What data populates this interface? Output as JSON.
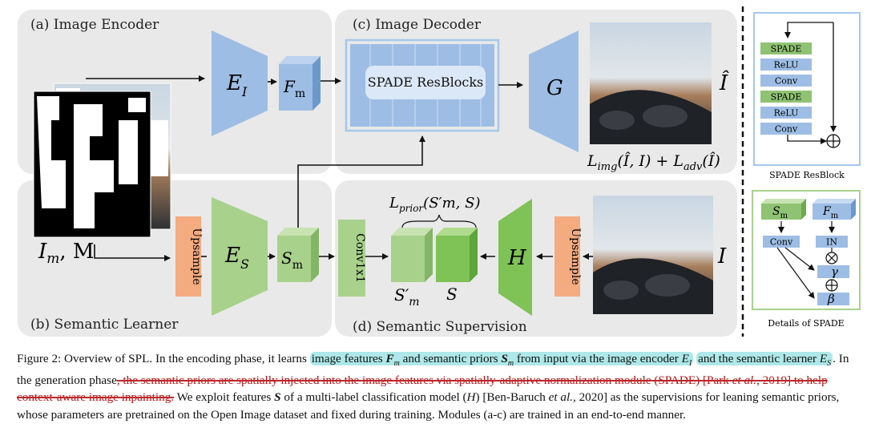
{
  "figure": {
    "panels": {
      "a": "(a) Image Encoder",
      "b": "(b) Semantic Learner",
      "c": "(c) Image Decoder",
      "d": "(d) Semantic Supervision"
    },
    "blocks": {
      "encoder_image": "E",
      "encoder_image_sub": "I",
      "fm": "F",
      "fm_sub": "m",
      "spade_resblocks": "SPADE ResBlocks",
      "generator": "G",
      "encoder_semantic": "E",
      "encoder_semantic_sub": "S",
      "sm": "S",
      "sm_sub": "m",
      "upsample": "Upsample",
      "conv1x1": "Conv1x1",
      "h": "H",
      "sm_prime": "S′",
      "sm_prime_sub": "m",
      "s": "S"
    },
    "labels": {
      "input_im": "I",
      "input_im_sub": "m",
      "input_m": ", M",
      "output_ihat": "Î",
      "target_i": "I",
      "loss_img": "L",
      "loss_img_sub_img": "img",
      "loss_img_args": "(Î, I) + ",
      "loss_adv": "L",
      "loss_adv_sub": "adv",
      "loss_adv_args": "(Î)",
      "loss_prior": "L",
      "loss_prior_sub": "prior",
      "loss_prior_args": "(S′m, S)"
    },
    "spade_resblock": {
      "items": [
        "SPADE",
        "ReLU",
        "Conv",
        "SPADE",
        "ReLU",
        "Conv"
      ],
      "title": "SPADE ResBlock"
    },
    "spade_details": {
      "sm": "S",
      "sm_sub": "m",
      "fm": "F",
      "fm_sub": "m",
      "conv": "Conv",
      "in": "IN",
      "gamma": "γ",
      "beta": "β",
      "title": "Details of SPADE"
    },
    "colors": {
      "panel_bg": "#e9e9e9",
      "blue_block": "#9dbde4",
      "green_block": "#a8d18c",
      "orange_block": "#f4ab7f",
      "spade_green": "#8fc373",
      "resblock_border": "#a5c8ea"
    }
  },
  "caption": {
    "p1": "Figure 2: Overview of SPL. In the encoding phase, it learns ",
    "hl1a": "image features ",
    "fm": "F",
    "fm_sub": "m",
    "hl1b": " and semantic priors ",
    "sm": "S",
    "sm_sub": "m",
    "hl1c": " from input via the image encoder ",
    "ei": "E",
    "ei_sub": "I",
    "hl2a": "and the semantic learner ",
    "es": "E",
    "es_sub": "S",
    "p2": ". In the generation phase",
    "strike1": ", the semantic priors are spatially injected into the image features via spatially-adaptive normalization module (SPADE) [Park ",
    "strike_etal": "et al.",
    "strike2": ", 2019] to help context-aware image inpainting.",
    "p3": " We exploit features ",
    "s": "S",
    "p4": " of a multi-label classification model (",
    "h": "H",
    "p5": ") [Ben-Baruch ",
    "etal": "et al.",
    "p6": ", 2020] as the supervisions for leaning semantic priors, whose parameters are pretrained on the Open Image dataset and fixed during training. Modules (a-c) are trained in an end-to-end manner."
  }
}
